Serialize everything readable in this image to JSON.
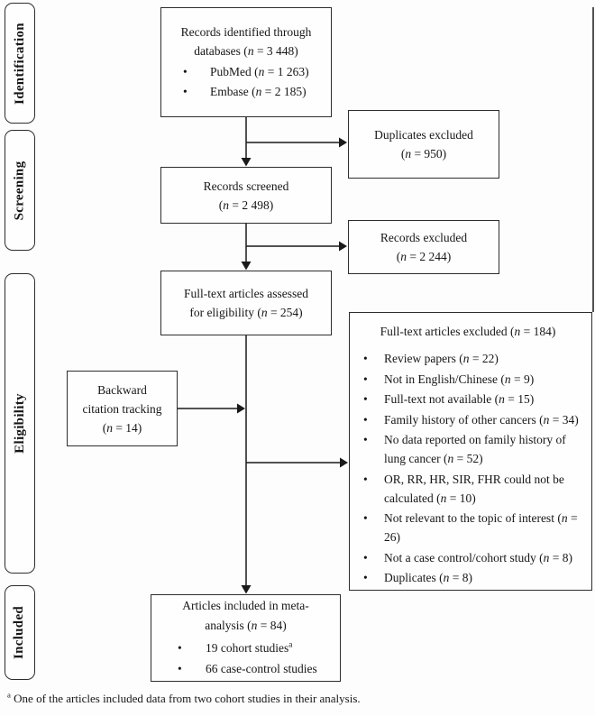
{
  "glyphs": {
    "bullet": "•"
  },
  "stages": [
    {
      "label": "Identification"
    },
    {
      "label": "Screening"
    },
    {
      "label": "Eligibility"
    },
    {
      "label": "Included"
    }
  ],
  "boxes": {
    "identified": {
      "lines": [
        "Records identified through",
        "databases (n = 3 448)"
      ],
      "bullets": [
        "PubMed (n = 1 263)",
        "Embase (n = 2 185)"
      ]
    },
    "duplicates": {
      "lines": [
        "Duplicates excluded",
        "(n = 950)"
      ]
    },
    "screened": {
      "lines": [
        "Records screened",
        "(n = 2 498)"
      ]
    },
    "records_excluded": {
      "lines": [
        "Records excluded",
        "(n = 2 244)"
      ]
    },
    "fulltext": {
      "lines": [
        "Full-text articles assessed",
        "for eligibility (n = 254)"
      ]
    },
    "backward": {
      "lines": [
        "Backward",
        "citation tracking",
        "(n = 14)"
      ]
    },
    "fulltext_excluded": {
      "title": "Full-text articles excluded (n = 184)",
      "bullets": [
        "Review papers (n = 22)",
        "Not in English/Chinese (n = 9)",
        "Full-text not available (n = 15)",
        "Family history of other cancers (n = 34)",
        "No data reported on family history of lung cancer (n = 52)",
        "OR, RR, HR, SIR, FHR could not be calculated (n = 10)",
        "Not relevant to the topic of interest (n = 26)",
        "Not a case control/cohort study (n = 8)",
        "Duplicates (n = 8)"
      ]
    },
    "included": {
      "lines": [
        "Articles included in meta-",
        "analysis (n = 84)"
      ],
      "bullets": [
        "19 cohort studies^a",
        "66 case-control studies"
      ]
    }
  },
  "footnote": "^a One of the articles included data from two cohort studies in their analysis."
}
